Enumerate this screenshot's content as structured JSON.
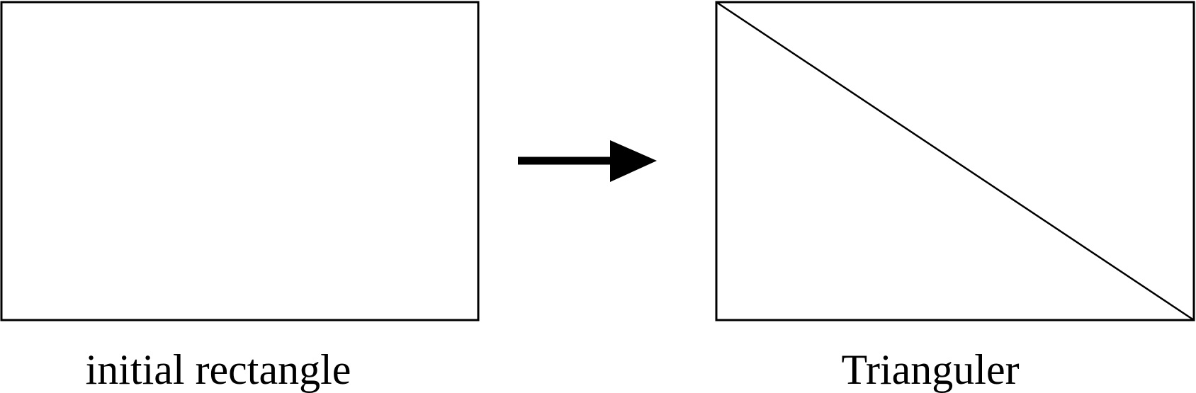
{
  "panels": [
    {
      "shape": "rectangle",
      "caption": "initial rectangle"
    },
    {
      "shape": "rectangle-split-by-diagonal",
      "caption": "Trianguler"
    }
  ],
  "connector": {
    "shape": "arrow",
    "direction": "right"
  },
  "colors": {
    "stroke": "#000000",
    "background": "#ffffff"
  }
}
